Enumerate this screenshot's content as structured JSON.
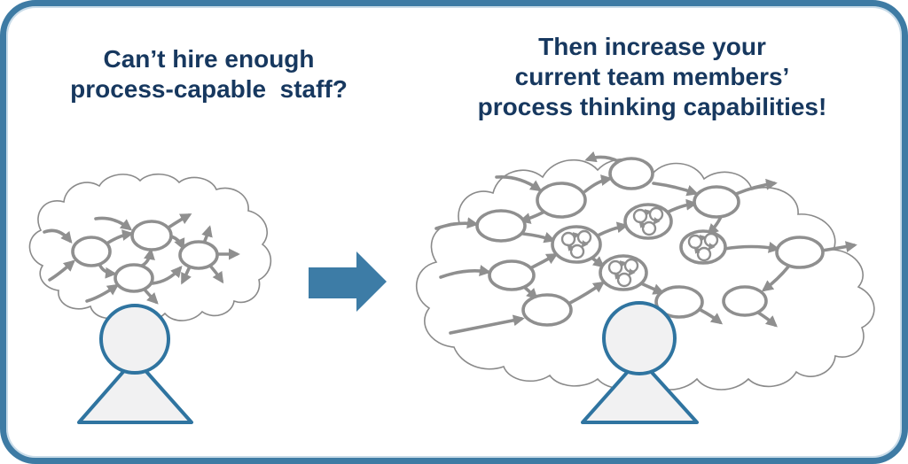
{
  "scene": {
    "type": "before-after-process-thinking-diagram"
  },
  "theme": {
    "frame_border": "#3e7ba4",
    "frame_inner_glow": "#c9dce9",
    "background": "#ffffff",
    "title_navy": "#17385f",
    "network_gray": "#8f8f8f",
    "cloud_gray": "#8a8a8a",
    "person_blue": "#2f74a0",
    "person_fill": "#f1f1f2",
    "arrow_blue": "#3d7ca6"
  },
  "left_panel": {
    "title": "Can’t hire enough\nprocess-capable  staff?",
    "cloud": {
      "name": "small-process-network-cloud",
      "node_count": 4,
      "subprocess_nodes": 0
    }
  },
  "right_panel": {
    "title": "Then increase your\ncurrent team members’\nprocess thinking capabilities!",
    "cloud": {
      "name": "large-process-network-cloud",
      "node_count": 13,
      "subprocess_nodes": 4
    }
  },
  "transform_arrow": {
    "direction": "right"
  }
}
